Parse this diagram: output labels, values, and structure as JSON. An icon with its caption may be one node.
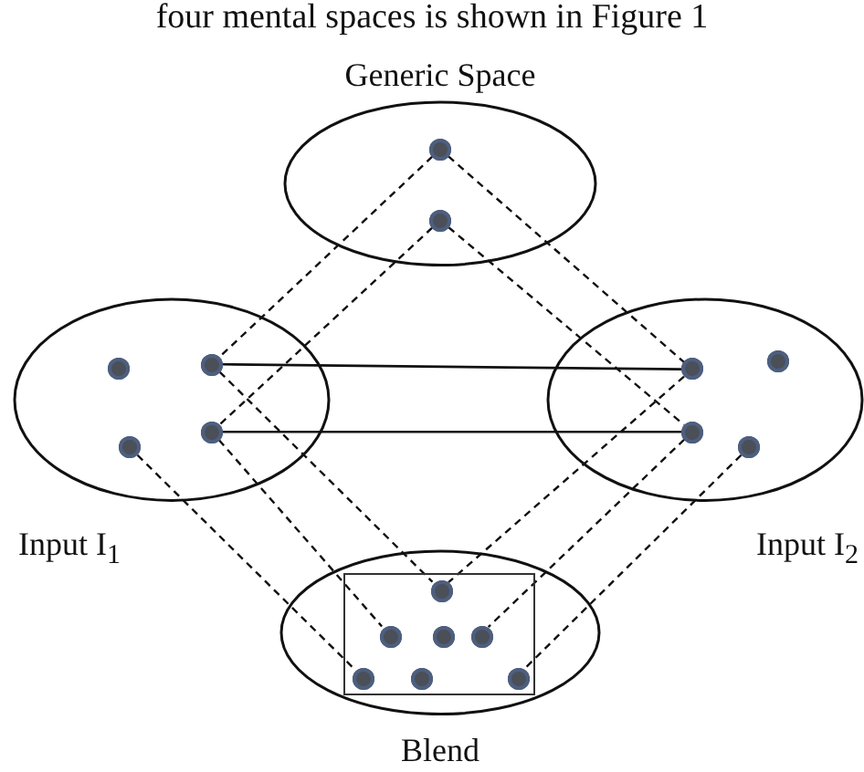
{
  "diagram": {
    "nodes": [
      {
        "text": [
          "Generic Space"
        ]
      },
      {
        "text": [],
        "shape": "circle",
        "in": 0
      },
      {
        "text": [],
        "shape": "circle",
        "in": 0
      },
      {
        "text": [
          "Input I$_{1}$"
        ]
      },
      {
        "text": [],
        "shape": "circle",
        "in": 3
      },
      {
        "text": [],
        "shape": "circle",
        "in": 3
      },
      {
        "text": [],
        "shape": "circle",
        "in": 3
      },
      {
        "text": [],
        "shape": "circle",
        "in": 3
      },
      {
        "text": [
          "Input I$_{2}$"
        ]
      },
      {
        "text": [],
        "shape": "circle",
        "in": 8
      },
      {
        "text": [],
        "shape": "circle",
        "in": 8
      },
      {
        "text": [],
        "shape": "circle",
        "in": 8
      },
      {
        "text": [],
        "shape": "circle",
        "in": 8
      },
      {
        "text": [
          "Blend"
        ]
      },
      {
        "text": [],
        "shape": "box",
        "in": 13
      },
      {
        "text": [],
        "shape": "circle",
        "in": 14
      },
      {
        "text": [],
        "shape": "circle",
        "in": 14
      },
      {
        "text": [],
        "shape": "circle",
        "in": 14
      },
      {
        "text": [],
        "shape": "circle",
        "in": 14
      },
      {
        "text": [],
        "shape": "circle",
        "in": 14
      },
      {
        "text": [],
        "shape": "circle",
        "in": 14
      },
      {
        "text": [],
        "shape": "circle",
        "in": 14
      }
    ],
    "edges": [
      {
        "from": 1,
        "to": 5,
        "arrow": "none",
        "style": "dashed"
      },
      {
        "from": 2,
        "to": 6,
        "arrow": "none",
        "style": "dashed"
      },
      {
        "from": 1,
        "to": 9,
        "arrow": "none",
        "style": "dashed"
      },
      {
        "from": 2,
        "to": 11,
        "arrow": "none",
        "style": "dashed"
      },
      {
        "from": 5,
        "to": 9,
        "arrow": "none"
      },
      {
        "from": 6,
        "to": 11,
        "arrow": "none"
      },
      {
        "from": 5,
        "to": 15,
        "arrow": "none",
        "style": "dashed"
      },
      {
        "from": 6,
        "to": 16,
        "arrow": "none",
        "style": "dashed"
      },
      {
        "from": 7,
        "to": 19,
        "arrow": "none",
        "style": "dashed"
      },
      {
        "from": 9,
        "to": 15,
        "arrow": "none",
        "style": "dashed"
      },
      {
        "from": 11,
        "to": 18,
        "arrow": "none",
        "style": "dashed"
      },
      {
        "from": 12,
        "to": 21,
        "arrow": "none",
        "style": "dashed"
      }
    ],
    "labels": [
      "four mental spaces is shown in Figure 1"
    ]
  }
}
